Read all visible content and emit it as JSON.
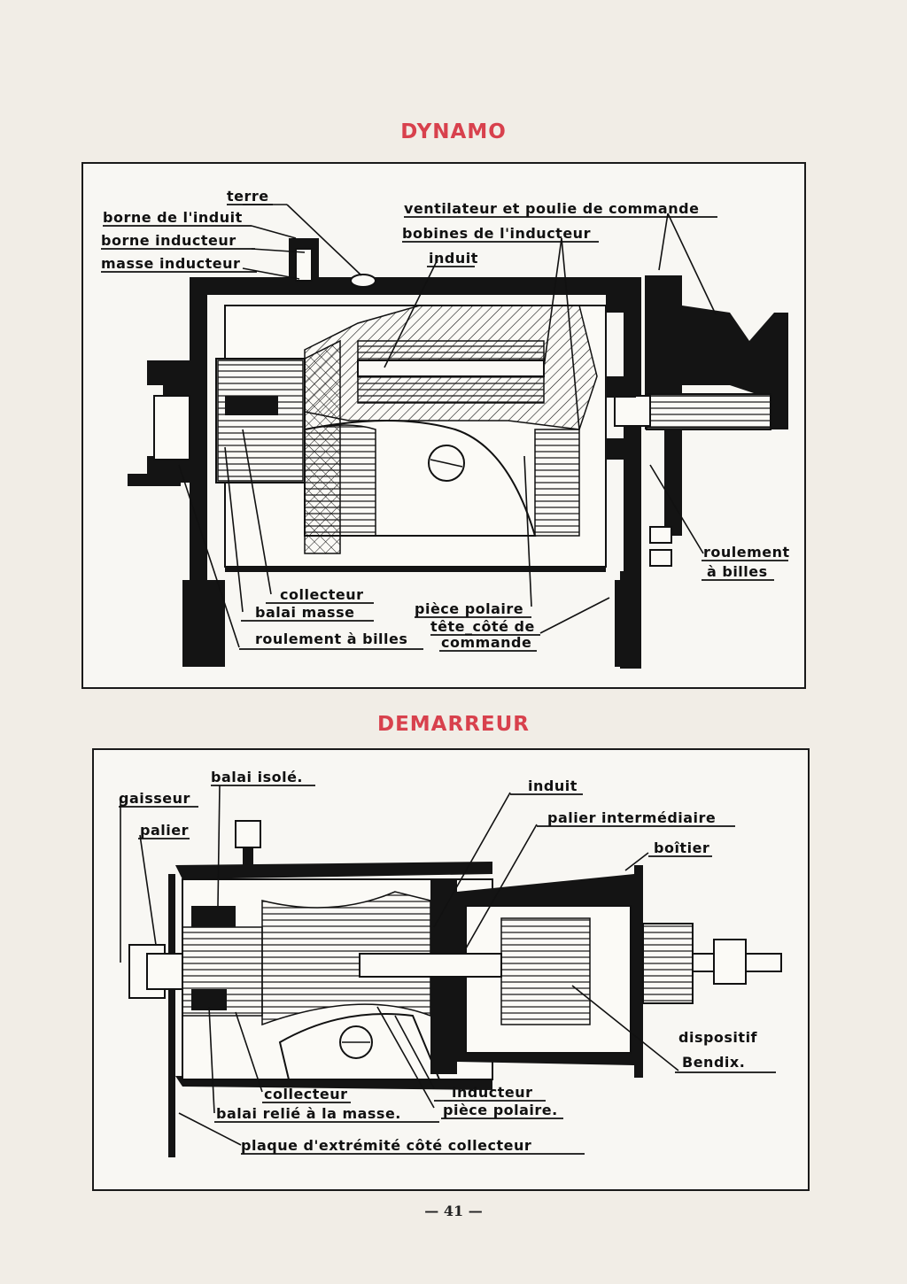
{
  "dynamo": {
    "title": "DYNAMO",
    "labels": {
      "terre": "terre",
      "borne_induit": "borne de l'induit",
      "borne_inducteur": "borne inducteur",
      "masse_inducteur": "masse inducteur",
      "ventilateur": "ventilateur et poulie de commande",
      "bobines": "bobines de l'inducteur",
      "induit": "induit",
      "roulement_line1": "roulement",
      "roulement_line2": "à billes",
      "collecteur": "collecteur",
      "balai_masse": "balai masse",
      "piece_polaire": "pièce polaire",
      "tete_line1": "tête_côté de",
      "tete_line2": "commande",
      "roulement_billes": "roulement à billes"
    }
  },
  "demarreur": {
    "title": "DEMARREUR",
    "labels": {
      "balai_isole": "balai isolé.",
      "gaisseur": "gaisseur",
      "palier": "palier",
      "induit": "induit",
      "palier_intermediaire": "palier intermédiaire",
      "boitier": "boîtier",
      "dispositif_line1": "dispositif",
      "dispositif_line2": "Bendix.",
      "collecteur": "collecteur",
      "inducteur": "inducteur",
      "balai_relie": "balai relié à la masse.",
      "piece_polaire": "pièce polaire.",
      "plaque": "plaque d'extrémité côté collecteur"
    }
  },
  "page_number": "— 41 —"
}
